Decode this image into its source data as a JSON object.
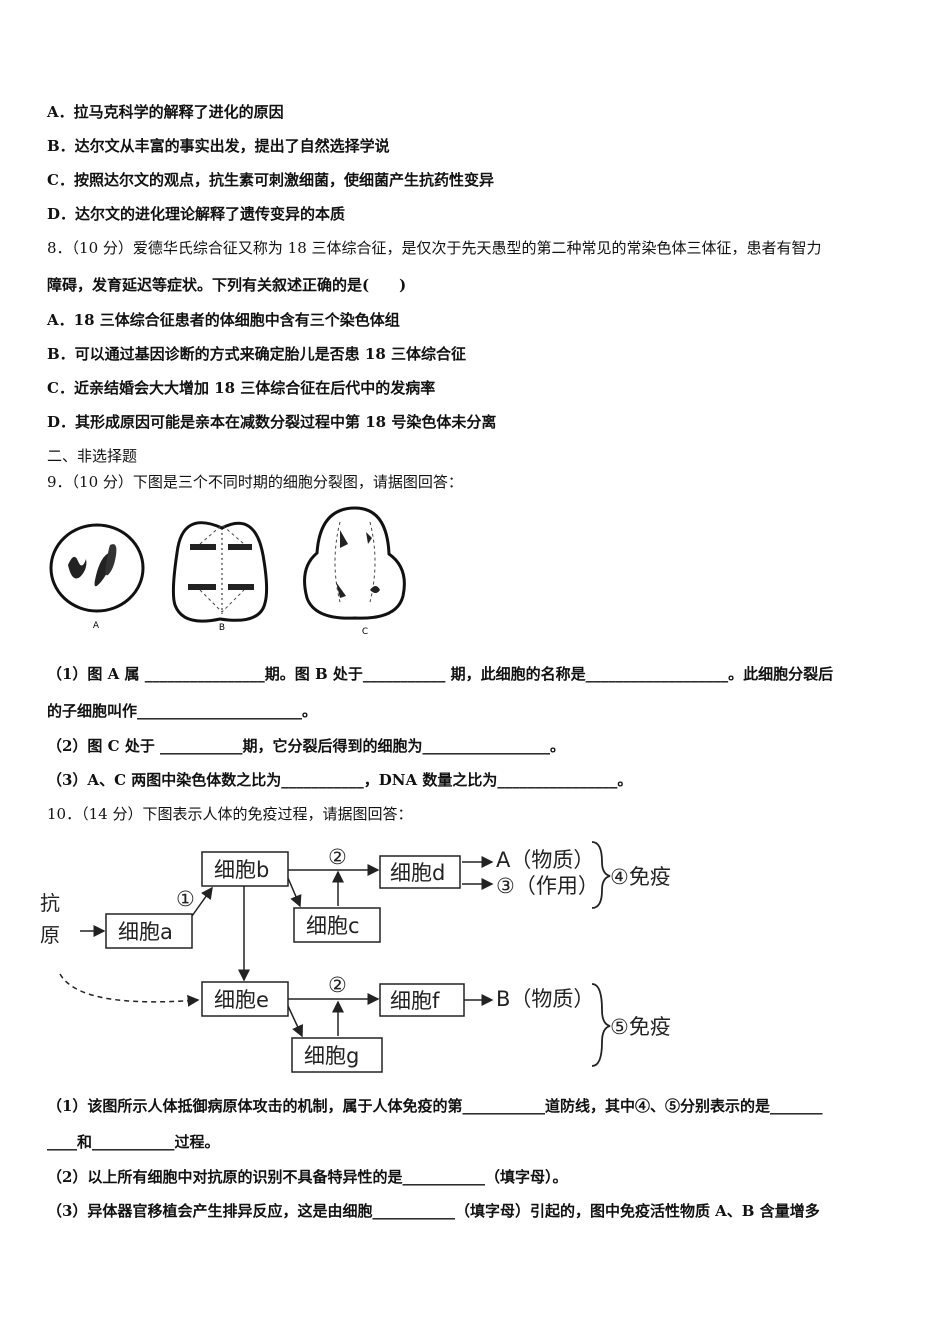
{
  "q7": {
    "opt_a": "A．拉马克科学的解释了进化的原因",
    "opt_b": "B．达尔文从丰富的事实出发，提出了自然选择学说",
    "opt_c": "C．按照达尔文的观点，抗生素可刺激细菌，使细菌产生抗药性变异",
    "opt_d": "D．达尔文的进化理论解释了遗传变异的本质"
  },
  "q8": {
    "stem_1": "8．（10 分）爱德华氏综合征又称为 18 三体综合征，是仅次于先天愚型的第二种常见的常染色体三体征，患者有智力",
    "stem_2": "障碍，发育延迟等症状。下列有关叙述正确的是(　　)",
    "opt_a": "A．18 三体综合征患者的体细胞中含有三个染色体组",
    "opt_b": "B．可以通过基因诊断的方式来确定胎儿是否患 18 三体综合征",
    "opt_c": "C．近亲结婚会大大增加 18 三体综合征在后代中的发病率",
    "opt_d": "D．其形成原因可能是亲本在减数分裂过程中第 18 号染色体未分离"
  },
  "section2": "二、非选择题",
  "q9": {
    "stem": "9．（10 分）下图是三个不同时期的细胞分裂图，请据图回答：",
    "fig_labels": [
      "A",
      "B",
      "C"
    ],
    "p1_line1": "（1）图 A 属 ________________期。图 B 处于___________ 期，此细胞的名称是___________________。此细胞分裂后",
    "p1_line2": "的子细胞叫作______________________。",
    "p2": "（2）图 C 处于 ___________期，它分裂后得到的细胞为_________________。",
    "p3": "（3）A、C 两图中染色体数之比为___________，DNA 数量之比为________________。"
  },
  "q10": {
    "stem": "10．（14 分）下图表示人体的免疫过程，请据图回答：",
    "diagram": {
      "antigen": "抗原",
      "cell_a": "细胞a",
      "cell_b": "细胞b",
      "cell_c": "细胞c",
      "cell_d": "细胞d",
      "cell_e": "细胞e",
      "cell_f": "细胞f",
      "cell_g": "细胞g",
      "mark_1": "①",
      "mark_2_top": "②",
      "mark_2_bottom": "②",
      "out_a": "A（物质）",
      "out_3": "③（作用）",
      "out_b": "B（物质）",
      "immune_4": "④免疫",
      "immune_5": "⑤免疫"
    },
    "p1_line1": "（1）该图所示人体抵御病原体攻击的机制，属于人体免疫的第___________道防线，其中④、⑤分别表示的是_______",
    "p1_line2": "____和___________过程。",
    "p2": "（2）以上所有细胞中对抗原的识别不具备特异性的是___________（填字母）。",
    "p3": "（3）异体器官移植会产生排异反应，这是由细胞___________（填字母）引起的，图中免疫活性物质 A、B 含量增多"
  }
}
